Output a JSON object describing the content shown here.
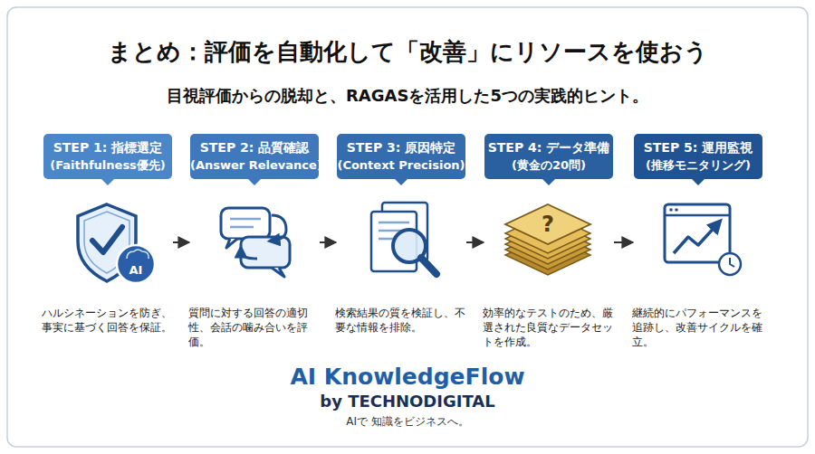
{
  "diagram": {
    "title": "まとめ：評価を自動化して「改善」にリソースを使おう",
    "nodes": [
      {
        "text": [
          "STEP 1: 指標選定",
          "(Faithfulness優先)",
          "ハルシネーションを防ぎ、事実に基づく回答を保証。"
        ]
      },
      {
        "text": [
          "STEP 2: 品質確認",
          "(Answer Relevance)",
          "質問に対する回答の適切性、会話の噛み合いを評価。"
        ]
      },
      {
        "text": [
          "STEP 3: 原因特定",
          "(Context Precision)",
          "検索結果の質を検証し、不要な情報を排除。"
        ]
      },
      {
        "text": [
          "STEP 4: データ準備",
          "(黄金の20問)",
          "効率的なテストのため、厳選された良質なデータセットを作成。"
        ]
      },
      {
        "text": [
          "STEP 5: 運用監視",
          "(推移モニタリング)",
          "継続的にパフォーマンスを追跡し、改善サイクルを確立。"
        ]
      }
    ],
    "edges": [
      {
        "from": 0,
        "to": 1,
        "arrow": "to"
      },
      {
        "from": 1,
        "to": 2,
        "arrow": "to"
      },
      {
        "from": 2,
        "to": 3,
        "arrow": "to"
      },
      {
        "from": 3,
        "to": 4,
        "arrow": "to"
      }
    ],
    "labels": [
      "目視評価からの脱却と、RAGASを活用した5つの実践的ヒント。",
      "AI",
      "?",
      "AI KnowledgeFlow",
      "by TECHNODIGITAL",
      "AIで 知識をビジネスへ。"
    ]
  }
}
